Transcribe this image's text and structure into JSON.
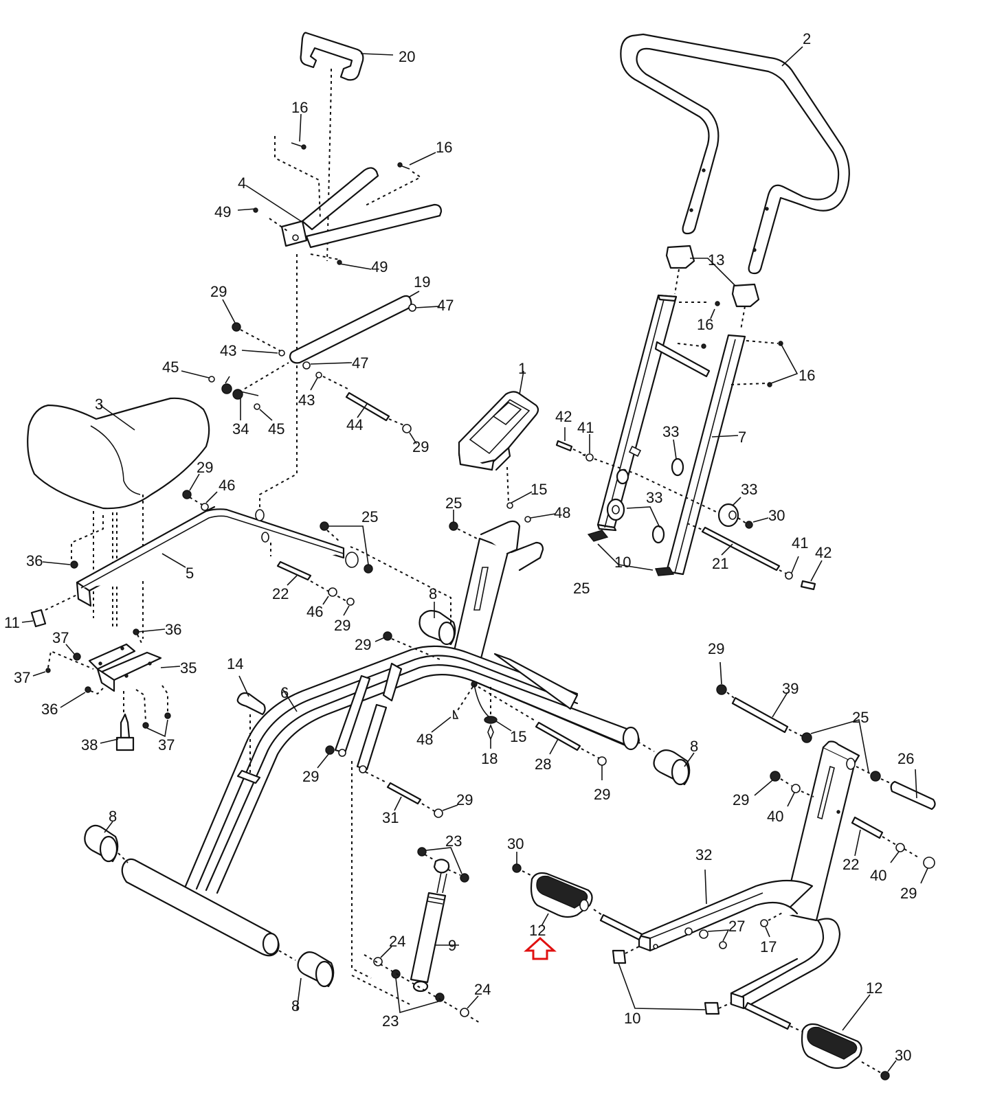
{
  "title": "Exploded parts diagram - exercise machine",
  "highlight": {
    "target_part": "12",
    "color": "#e01010",
    "icon": "up-arrow-icon"
  },
  "callouts": [
    {
      "id": "c20",
      "label": "20",
      "part": "handle-grip"
    },
    {
      "id": "c16a",
      "label": "16"
    },
    {
      "id": "c16b",
      "label": "16"
    },
    {
      "id": "c4",
      "label": "4"
    },
    {
      "id": "c49a",
      "label": "49"
    },
    {
      "id": "c49b",
      "label": "49"
    },
    {
      "id": "c19",
      "label": "19"
    },
    {
      "id": "c47a",
      "label": "47"
    },
    {
      "id": "c29a",
      "label": "29"
    },
    {
      "id": "c43a",
      "label": "43"
    },
    {
      "id": "c47b",
      "label": "47"
    },
    {
      "id": "c45a",
      "label": "45"
    },
    {
      "id": "c43b",
      "label": "43"
    },
    {
      "id": "c34",
      "label": "34"
    },
    {
      "id": "c45b",
      "label": "45"
    },
    {
      "id": "c44",
      "label": "44"
    },
    {
      "id": "c29b",
      "label": "29"
    },
    {
      "id": "c3",
      "label": "3"
    },
    {
      "id": "c29c",
      "label": "29"
    },
    {
      "id": "c46a",
      "label": "46"
    },
    {
      "id": "c36a",
      "label": "36"
    },
    {
      "id": "c5",
      "label": "5"
    },
    {
      "id": "c25a",
      "label": "25"
    },
    {
      "id": "c22a",
      "label": "22"
    },
    {
      "id": "c46b",
      "label": "46"
    },
    {
      "id": "c29d",
      "label": "29"
    },
    {
      "id": "c11",
      "label": "11"
    },
    {
      "id": "c37a",
      "label": "37"
    },
    {
      "id": "c36b",
      "label": "36"
    },
    {
      "id": "c35",
      "label": "35"
    },
    {
      "id": "c37b",
      "label": "37"
    },
    {
      "id": "c36c",
      "label": "36"
    },
    {
      "id": "c38",
      "label": "38"
    },
    {
      "id": "c37c",
      "label": "37"
    },
    {
      "id": "c2",
      "label": "2"
    },
    {
      "id": "c13",
      "label": "13"
    },
    {
      "id": "c16c",
      "label": "16"
    },
    {
      "id": "c16d",
      "label": "16"
    },
    {
      "id": "c7",
      "label": "7"
    },
    {
      "id": "c33a",
      "label": "33"
    },
    {
      "id": "c33b",
      "label": "33"
    },
    {
      "id": "c33c",
      "label": "33"
    },
    {
      "id": "c30a",
      "label": "30"
    },
    {
      "id": "c42a",
      "label": "42"
    },
    {
      "id": "c41a",
      "label": "41"
    },
    {
      "id": "c10a",
      "label": "10"
    },
    {
      "id": "c21",
      "label": "21"
    },
    {
      "id": "c41b",
      "label": "41"
    },
    {
      "id": "c42b",
      "label": "42"
    },
    {
      "id": "c1",
      "label": "1"
    },
    {
      "id": "c15a",
      "label": "15"
    },
    {
      "id": "c48a",
      "label": "48"
    },
    {
      "id": "c25b",
      "label": "25"
    },
    {
      "id": "c25c",
      "label": "25"
    },
    {
      "id": "c8a",
      "label": "8"
    },
    {
      "id": "c29e",
      "label": "29"
    },
    {
      "id": "c14",
      "label": "14"
    },
    {
      "id": "c6",
      "label": "6"
    },
    {
      "id": "c48b",
      "label": "48"
    },
    {
      "id": "c15b",
      "label": "15"
    },
    {
      "id": "c18",
      "label": "18"
    },
    {
      "id": "c28",
      "label": "28"
    },
    {
      "id": "c29f",
      "label": "29"
    },
    {
      "id": "c8b",
      "label": "8"
    },
    {
      "id": "c29g",
      "label": "29"
    },
    {
      "id": "c31",
      "label": "31"
    },
    {
      "id": "c29h",
      "label": "29"
    },
    {
      "id": "c8c",
      "label": "8"
    },
    {
      "id": "c8d",
      "label": "8"
    },
    {
      "id": "c23a",
      "label": "23"
    },
    {
      "id": "c9",
      "label": "9"
    },
    {
      "id": "c24a",
      "label": "24"
    },
    {
      "id": "c23b",
      "label": "23"
    },
    {
      "id": "c24b",
      "label": "24"
    },
    {
      "id": "c30b",
      "label": "30"
    },
    {
      "id": "c12a",
      "label": "12"
    },
    {
      "id": "c29i",
      "label": "29"
    },
    {
      "id": "c39",
      "label": "39"
    },
    {
      "id": "c25d",
      "label": "25"
    },
    {
      "id": "c26",
      "label": "26"
    },
    {
      "id": "c29j",
      "label": "29"
    },
    {
      "id": "c40a",
      "label": "40"
    },
    {
      "id": "c22b",
      "label": "22"
    },
    {
      "id": "c40b",
      "label": "40"
    },
    {
      "id": "c29k",
      "label": "29"
    },
    {
      "id": "c32",
      "label": "32"
    },
    {
      "id": "c27",
      "label": "27"
    },
    {
      "id": "c17",
      "label": "17"
    },
    {
      "id": "c10b",
      "label": "10"
    },
    {
      "id": "c12b",
      "label": "12"
    },
    {
      "id": "c30c",
      "label": "30"
    }
  ]
}
